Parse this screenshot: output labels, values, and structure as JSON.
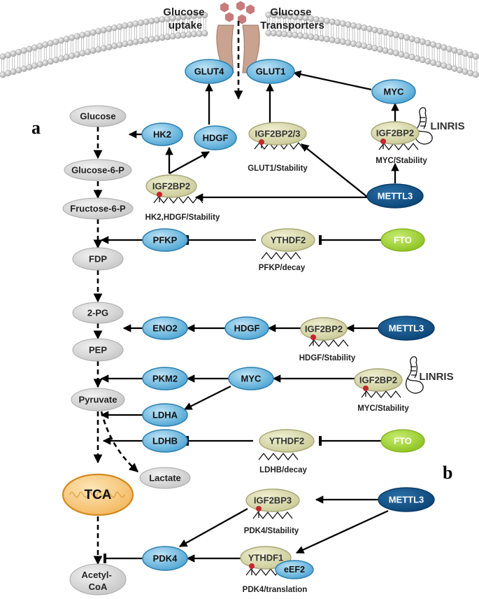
{
  "header": {
    "glucose_uptake": [
      "Glucose",
      "uptake"
    ],
    "glucose_transporters": [
      "Glucose",
      "Transporters"
    ]
  },
  "panels": {
    "a": "a",
    "b": "b"
  },
  "membrane_proteins": {
    "glut4": "GLUT4",
    "glut1": "GLUT1"
  },
  "pathway": {
    "glucose": "Glucose",
    "g6p": "Glucose-6-P",
    "f6p": "Fructose-6-P",
    "fdp": "FDP",
    "pg2": "2-PG",
    "pep": "PEP",
    "pyruvate": "Pyruvate",
    "lactate": "Lactate",
    "tca": "TCA",
    "acetyl": [
      "Acetyl-",
      "CoA"
    ]
  },
  "enzymes": {
    "hk2": "HK2",
    "hdgf_top": "HDGF",
    "myc_top": "MYC",
    "pfkp": "PFKP",
    "eno2": "ENO2",
    "hdgf_mid": "HDGF",
    "pkm2": "PKM2",
    "myc_mid": "MYC",
    "ldha": "LDHA",
    "ldhb": "LDHB",
    "pdk4": "PDK4",
    "eef2": "eEF2"
  },
  "readers": {
    "igf2bp23": "IGF2BP2/3",
    "igf2bp2_top": "IGF2BP2",
    "igf2bp2_left": "IGF2BP2",
    "ythdf2_pfkp": "YTHDF2",
    "igf2bp2_hdgf": "IGF2BP2",
    "igf2bp2_myc": "IGF2BP2",
    "ythdf2_ldhb": "YTHDF2",
    "igf2bp3": "IGF2BP3",
    "ythdf1": "YTHDF1"
  },
  "writers": {
    "mettl3_top": "METTL3",
    "mettl3_mid": "METTL3",
    "mettl3_bottom": "METTL3"
  },
  "erasers": {
    "fto_top": "FTO",
    "fto_bottom": "FTO"
  },
  "lncrna": {
    "linris_top": "LINRIS",
    "linris_mid": "LINRIS"
  },
  "captions": {
    "glut1_stability": "GLUT1/Stability",
    "myc_stability_top": "MYC/Stability",
    "hk2_hdgf_stability": "HK2,HDGF/Stability",
    "pfkp_decay": "PFKP/decay",
    "hdgf_stability": "HDGF/Stability",
    "myc_stability_mid": "MYC/Stability",
    "ldhb_decay": "LDHB/decay",
    "pdk4_stability": "PDK4/Stability",
    "pdk4_translation": "PDK4/translation"
  },
  "colors": {
    "enzyme_fill": "#5aaed7",
    "enzyme_stroke": "#2c7fae",
    "reader_fill": "#d6d6ac",
    "reader_stroke": "#a8a878",
    "writer_fill": "#0f4e80",
    "eraser_fill": "#9acd32",
    "metabolite_fill": "#d4d4d4",
    "tca_fill": "#f7c97f",
    "tca_stroke": "#d38a1e",
    "methyl_mark": "#c3272f",
    "membrane": "#bcbcbc",
    "transporter": "#c9a290",
    "glucose_hexagon": "#c77b7b"
  }
}
